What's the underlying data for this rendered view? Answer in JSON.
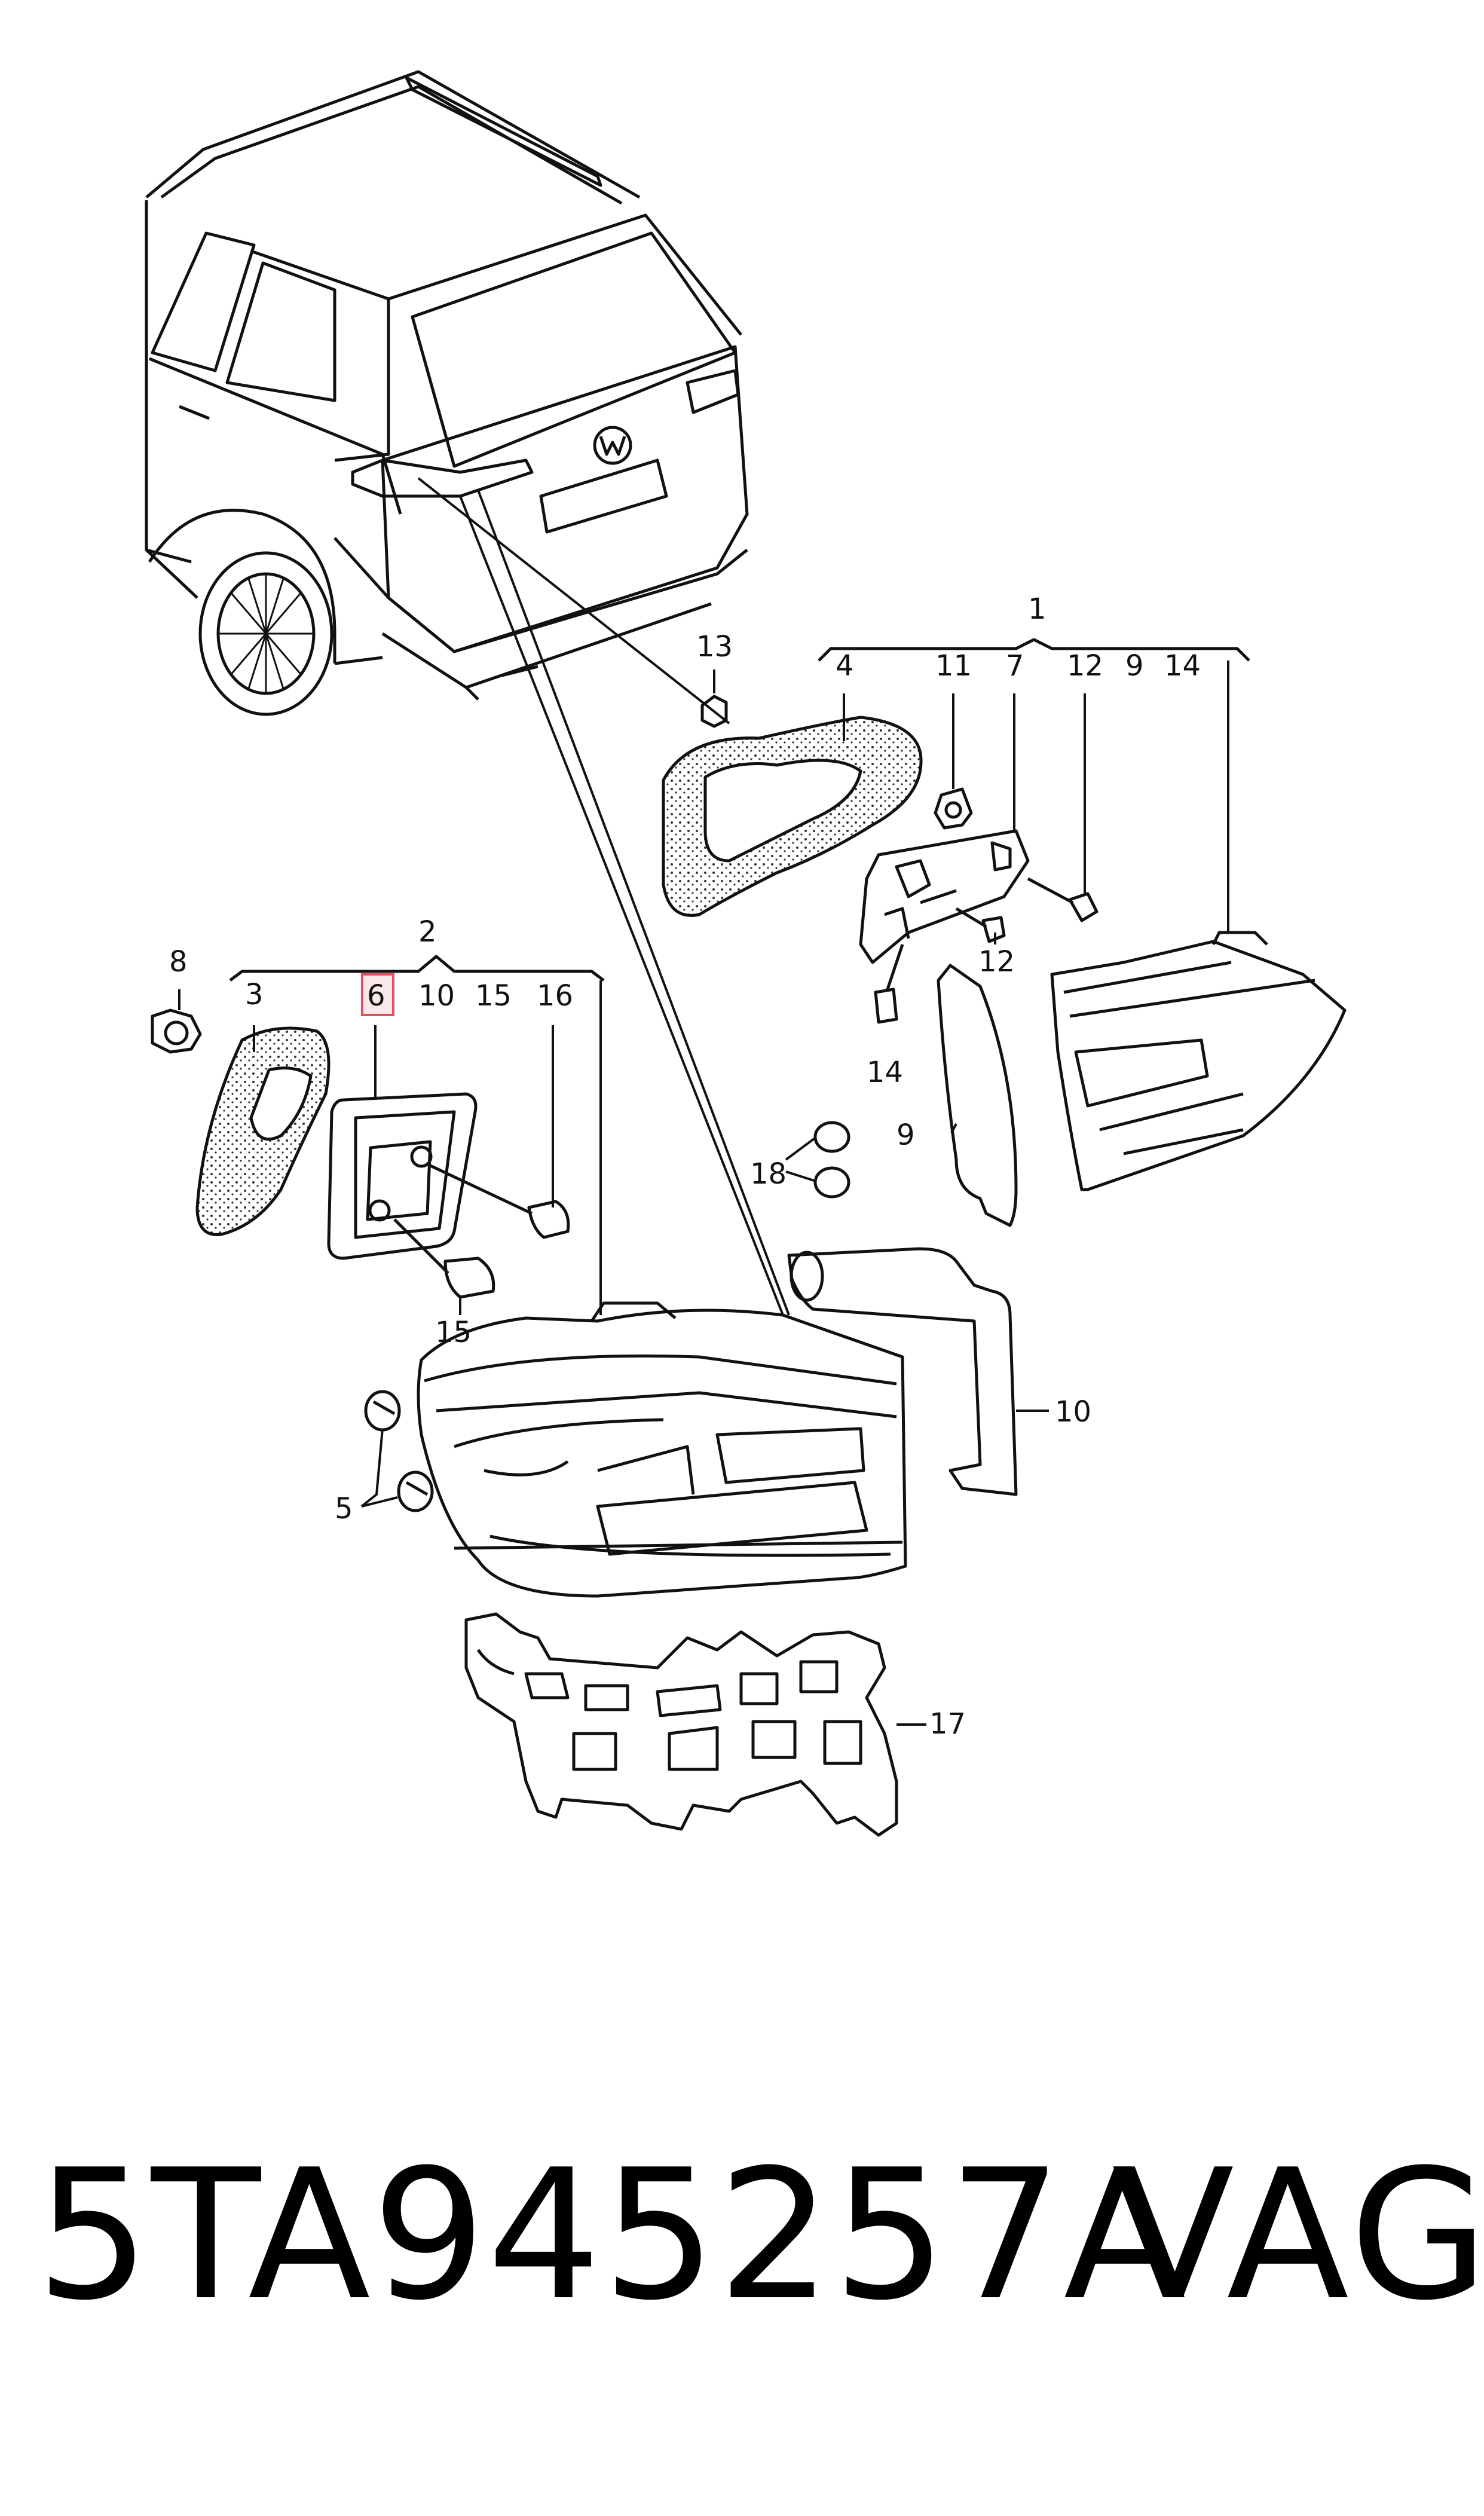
{
  "diagram": {
    "callouts": [
      {
        "id": "c1",
        "text": "1"
      },
      {
        "id": "c2",
        "text": "2"
      },
      {
        "id": "c3",
        "text": "3"
      },
      {
        "id": "c4",
        "text": "4"
      },
      {
        "id": "c5",
        "text": "5"
      },
      {
        "id": "c6",
        "text": "6",
        "highlighted": true
      },
      {
        "id": "c7",
        "text": "7"
      },
      {
        "id": "c8",
        "text": "8"
      },
      {
        "id": "c9a",
        "text": "9"
      },
      {
        "id": "c9b",
        "text": "9"
      },
      {
        "id": "c10a",
        "text": "10"
      },
      {
        "id": "c10b",
        "text": "10"
      },
      {
        "id": "c11",
        "text": "11"
      },
      {
        "id": "c12a",
        "text": "12"
      },
      {
        "id": "c12b",
        "text": "12"
      },
      {
        "id": "c13",
        "text": "13"
      },
      {
        "id": "c14a",
        "text": "14"
      },
      {
        "id": "c14b",
        "text": "14"
      },
      {
        "id": "c15a",
        "text": "15"
      },
      {
        "id": "c15b",
        "text": "15"
      },
      {
        "id": "c16",
        "text": "16"
      },
      {
        "id": "c17",
        "text": "17"
      },
      {
        "id": "c18",
        "text": "18"
      }
    ],
    "highlight_color": "#e05060"
  },
  "footer": {
    "part_number": "5TA945257A",
    "brand": "VAG"
  }
}
